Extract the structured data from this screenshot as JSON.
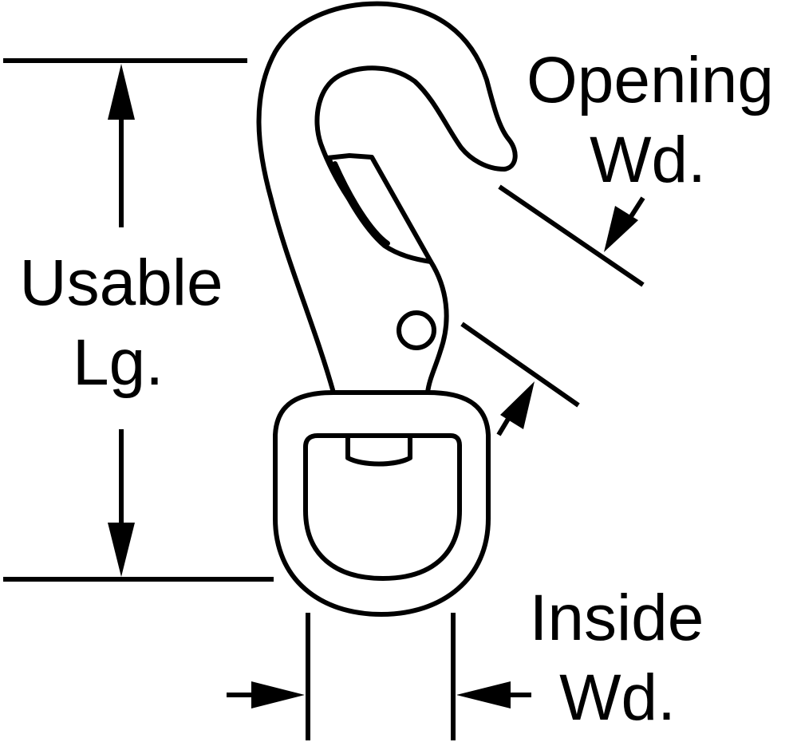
{
  "labels": {
    "usable_line1": "Usable",
    "usable_line2": "Lg.",
    "opening_line1": "Opening",
    "opening_line2": "Wd.",
    "inside_line1": "Inside",
    "inside_line2": "Wd."
  },
  "colors": {
    "line": "#000000",
    "background": "#ffffff"
  }
}
